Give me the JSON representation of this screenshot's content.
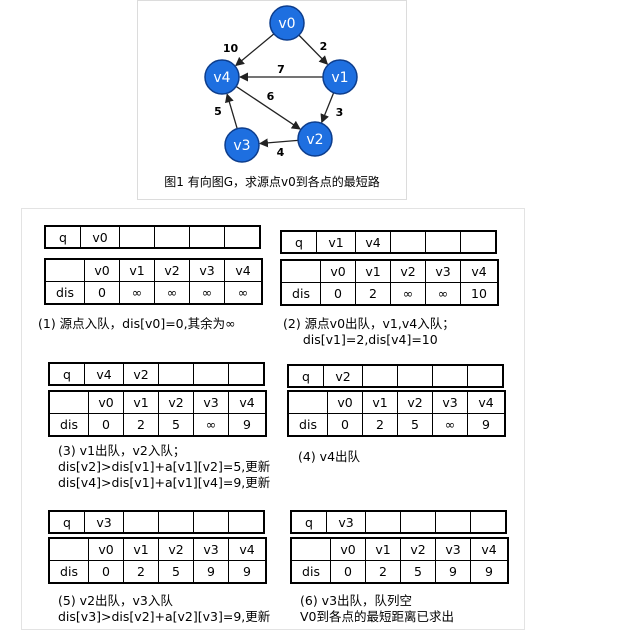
{
  "graph": {
    "nodes": [
      "v0",
      "v1",
      "v2",
      "v3",
      "v4"
    ],
    "edges": [
      {
        "from": "v0",
        "to": "v4",
        "weight": "10"
      },
      {
        "from": "v0",
        "to": "v1",
        "weight": "2"
      },
      {
        "from": "v1",
        "to": "v4",
        "weight": "7"
      },
      {
        "from": "v1",
        "to": "v2",
        "weight": "3"
      },
      {
        "from": "v4",
        "to": "v2",
        "weight": "6"
      },
      {
        "from": "v2",
        "to": "v3",
        "weight": "4"
      },
      {
        "from": "v3",
        "to": "v4",
        "weight": "5"
      }
    ],
    "caption": "图1 有向图G，求源点v0到各点的最短路",
    "colors": {
      "node_fill": "#1e6fe0",
      "node_border": "#0d3d8c",
      "edge": "#222222"
    }
  },
  "steps": [
    {
      "queue_label": "q",
      "queue": [
        "v0",
        "",
        "",
        "",
        ""
      ],
      "header": [
        "",
        "v0",
        "v1",
        "v2",
        "v3",
        "v4"
      ],
      "row": [
        "dis",
        "0",
        "∞",
        "∞",
        "∞",
        "∞"
      ],
      "note": [
        "(1) 源点入队，dis[v0]=0,其余为∞"
      ]
    },
    {
      "queue_label": "q",
      "queue": [
        "v1",
        "v4",
        "",
        "",
        ""
      ],
      "header": [
        "",
        "v0",
        "v1",
        "v2",
        "v3",
        "v4"
      ],
      "row": [
        "dis",
        "0",
        "2",
        "∞",
        "∞",
        "10"
      ],
      "note": [
        "(2) 源点v0出队，v1,v4入队；",
        "     dis[v1]=2,dis[v4]=10"
      ]
    },
    {
      "queue_label": "q",
      "queue": [
        "v4",
        "v2",
        "",
        "",
        ""
      ],
      "header": [
        "",
        "v0",
        "v1",
        "v2",
        "v3",
        "v4"
      ],
      "row": [
        "dis",
        "0",
        "2",
        "5",
        "∞",
        "9"
      ],
      "note": [
        "(3) v1出队，v2入队；",
        "dis[v2]>dis[v1]+a[v1][v2]=5,更新",
        "dis[v4]>dis[v1]+a[v1][v4]=9,更新"
      ]
    },
    {
      "queue_label": "q",
      "queue": [
        "v2",
        "",
        "",
        "",
        ""
      ],
      "header": [
        "",
        "v0",
        "v1",
        "v2",
        "v3",
        "v4"
      ],
      "row": [
        "dis",
        "0",
        "2",
        "5",
        "∞",
        "9"
      ],
      "note": [
        "(4) v4出队"
      ]
    },
    {
      "queue_label": "q",
      "queue": [
        "v3",
        "",
        "",
        "",
        ""
      ],
      "header": [
        "",
        "v0",
        "v1",
        "v2",
        "v3",
        "v4"
      ],
      "row": [
        "dis",
        "0",
        "2",
        "5",
        "9",
        "9"
      ],
      "note": [
        "(5) v2出队，v3入队",
        "dis[v3]>dis[v2]+a[v2][v3]=9,更新"
      ]
    },
    {
      "queue_label": "q",
      "queue": [
        "v3",
        "",
        "",
        "",
        ""
      ],
      "header": [
        "",
        "v0",
        "v1",
        "v2",
        "v3",
        "v4"
      ],
      "row": [
        "dis",
        "0",
        "2",
        "5",
        "9",
        "9"
      ],
      "note": [
        "(6) v3出队，队列空",
        "V0到各点的最短距离已求出"
      ]
    }
  ]
}
